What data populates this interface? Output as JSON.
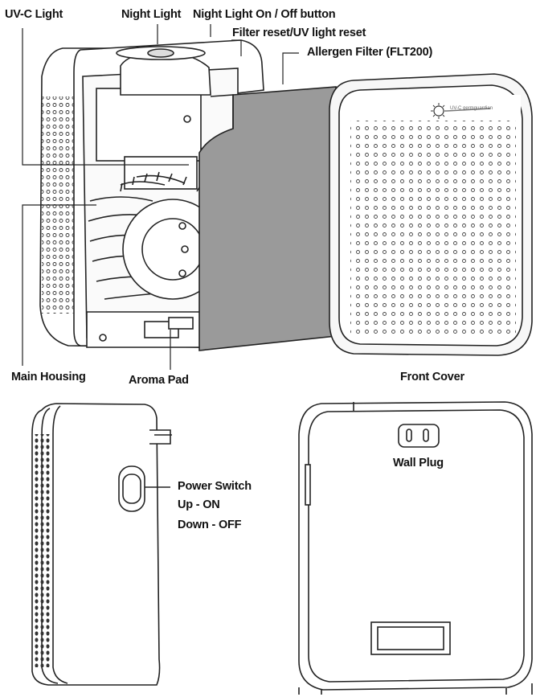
{
  "labels": {
    "uvc_light": "UV-C Light",
    "night_light": "Night Light",
    "night_light_button": "Night Light On / Off button",
    "filter_reset": "Filter reset/UV light reset",
    "allergen_filter": "Allergen Filter (FLT200)",
    "main_housing": "Main Housing",
    "aroma_pad": "Aroma Pad",
    "front_cover": "Front Cover",
    "power_switch": "Power Switch",
    "switch_up": "Up - ON",
    "switch_down": "Down - OFF",
    "wall_plug": "Wall Plug"
  },
  "logo_text": "UV-C germguardian",
  "colors": {
    "line": "#222222",
    "filter_fill": "#9a9a9a",
    "cover_fill": "#f7f7f7",
    "background": "#ffffff"
  }
}
